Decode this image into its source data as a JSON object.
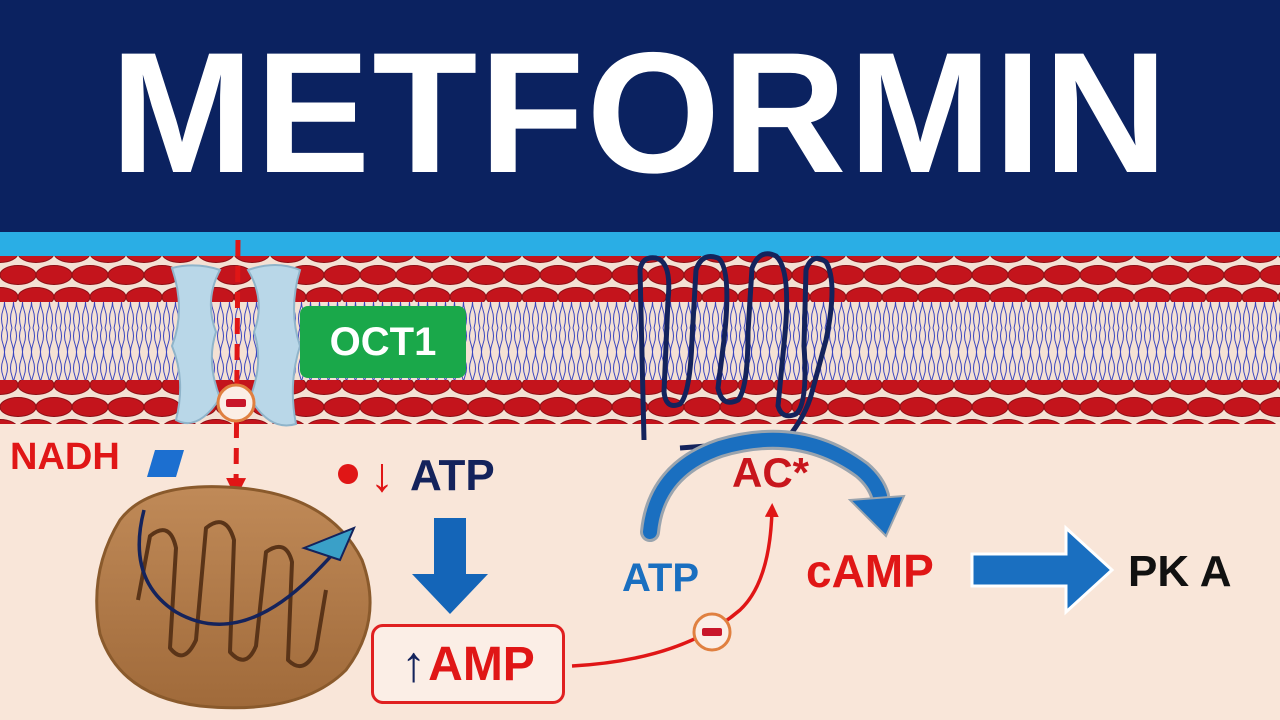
{
  "title": "METFORMIN",
  "labels": {
    "oct1": "OCT1",
    "nadh": "NADH",
    "atp_top": "ATP",
    "atp_decrease_arrow": "↓",
    "amp": "AMP",
    "amp_increase_arrow": "↑",
    "ac_star": "AC*",
    "atp_left": "ATP",
    "camp": "cAMP",
    "pka": "PK A"
  },
  "colors": {
    "banner": "#0b2260",
    "membrane_head": "#c4141c",
    "membrane_tail": "#3a45c0",
    "extracellular": "#2aaee5",
    "cytoplasm": "#f9e6d9",
    "red_label": "#e01616",
    "dark_blue_label": "#14235c",
    "blue_arrow": "#1465b8",
    "oct1_green": "#1aa84a",
    "mitochondria": "#b07a48"
  },
  "icons": {
    "transporter": "oct1-transporter-icon",
    "mitochondrion": "mitochondrion-icon",
    "gpcr": "gpcr-receptor-icon",
    "inhibition": "minus-circle-icon"
  }
}
